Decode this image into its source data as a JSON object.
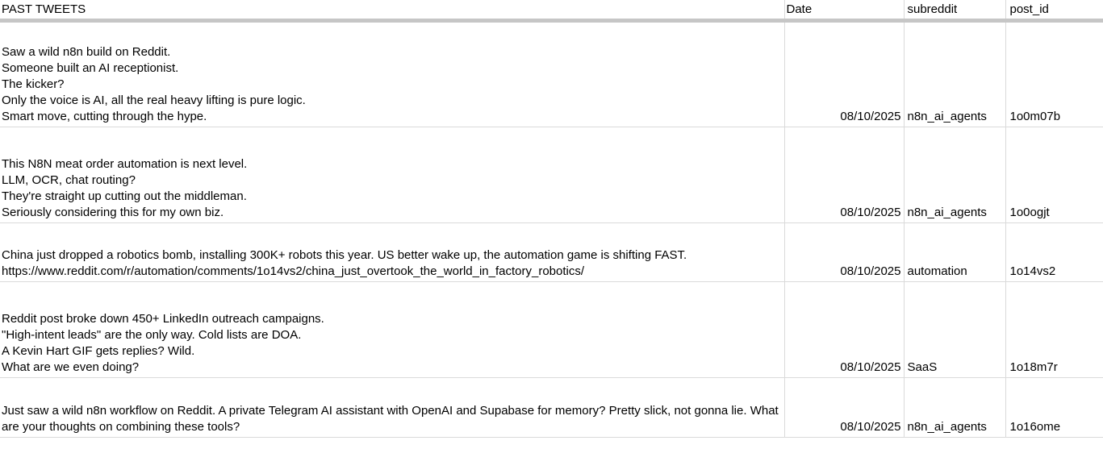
{
  "headers": {
    "tweet": "PAST TWEETS",
    "date": "Date",
    "subreddit": "subreddit",
    "post_id": "post_id"
  },
  "rows": [
    {
      "tweet": "Saw a wild n8n build on Reddit.\nSomeone built an AI receptionist.\nThe kicker?\nOnly the voice is AI, all the real heavy lifting is pure logic.\nSmart move, cutting through the hype.",
      "date": "08/10/2025",
      "subreddit": "n8n_ai_agents",
      "post_id": "1o0m07b"
    },
    {
      "tweet": "This N8N meat order automation is next level.\nLLM, OCR, chat routing?\nThey're straight up cutting out the middleman.\nSeriously considering this for my own biz.",
      "date": "08/10/2025",
      "subreddit": "n8n_ai_agents",
      "post_id": "1o0ogjt"
    },
    {
      "tweet": "China just dropped a robotics bomb, installing 300K+ robots this year. US better wake up, the automation game is shifting FAST.\nhttps://www.reddit.com/r/automation/comments/1o14vs2/china_just_overtook_the_world_in_factory_robotics/",
      "date": "08/10/2025",
      "subreddit": "automation",
      "post_id": "1o14vs2"
    },
    {
      "tweet": "Reddit post broke down 450+ LinkedIn outreach campaigns.\n\"High-intent leads\" are the only way. Cold lists are DOA.\nA Kevin Hart GIF gets replies? Wild.\nWhat are we even doing?",
      "date": "08/10/2025",
      "subreddit": "SaaS",
      "post_id": "1o18m7r"
    },
    {
      "tweet": "Just saw a wild n8n workflow on Reddit. A private Telegram AI assistant with OpenAI and Supabase for memory? Pretty slick, not gonna lie. What are your thoughts on combining these tools?",
      "date": "08/10/2025",
      "subreddit": "n8n_ai_agents",
      "post_id": "1o16ome"
    }
  ]
}
